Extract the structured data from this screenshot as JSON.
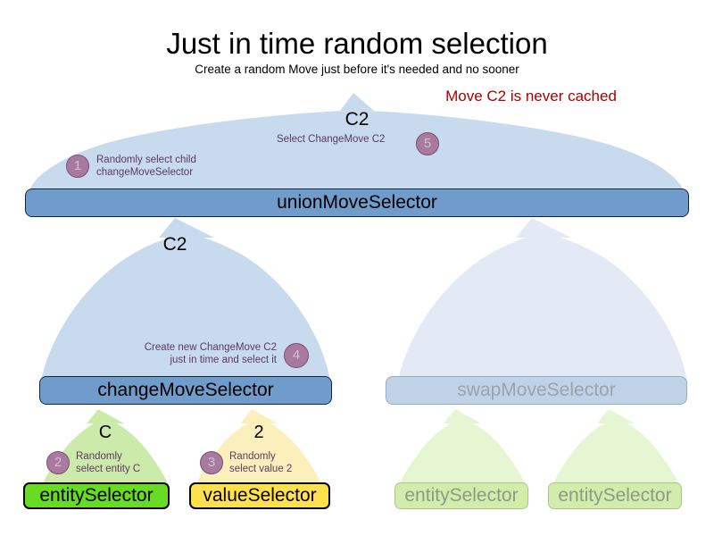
{
  "header": {
    "title": "Just in time random selection",
    "subtitle": "Create a random Move just before it's needed and no sooner",
    "warning": "Move C2 is never cached",
    "warning_color": "#aa0000"
  },
  "colors": {
    "blob_active": "#c7daee",
    "blob_faded": "#e3eaf5",
    "blob_green": "#ccebab",
    "blob_yellow": "#fbf0bb",
    "blob_green_faded": "#e6f5d2",
    "box_blue": "#6f9ccb",
    "box_blue_faded": "#c0d2e8",
    "box_green": "#66dd22",
    "box_yellow": "#ffe14d",
    "box_green_faded": "#d2edab",
    "badge_fill": "#a87aa0",
    "badge_border": "#7d4f78",
    "annotation_text": "#5b3a62"
  },
  "blobs": {
    "union": {
      "label": "C2"
    },
    "change": {
      "label": "C2"
    },
    "entity": {
      "label": "C"
    },
    "value": {
      "label": "2"
    }
  },
  "annotations": [
    {
      "number": "1",
      "lines": [
        "Randomly select child",
        "changeMoveSelector"
      ],
      "align": "left"
    },
    {
      "number": "5",
      "lines": [
        "Select ChangeMove C2"
      ],
      "align": "left"
    },
    {
      "number": "4",
      "lines": [
        "Create new ChangeMove C2",
        "just in time and select it"
      ],
      "align": "right"
    },
    {
      "number": "2",
      "lines": [
        "Randomly",
        "select entity C"
      ],
      "align": "left"
    },
    {
      "number": "3",
      "lines": [
        "Randomly",
        "select value 2"
      ],
      "align": "left"
    }
  ],
  "boxes": {
    "union_move_selector": "unionMoveSelector",
    "change_move_selector": "changeMoveSelector",
    "swap_move_selector": "swapMoveSelector",
    "entity_selector": "entitySelector",
    "value_selector": "valueSelector",
    "swap_entity_selector_left": "entitySelector",
    "swap_entity_selector_right": "entitySelector"
  }
}
